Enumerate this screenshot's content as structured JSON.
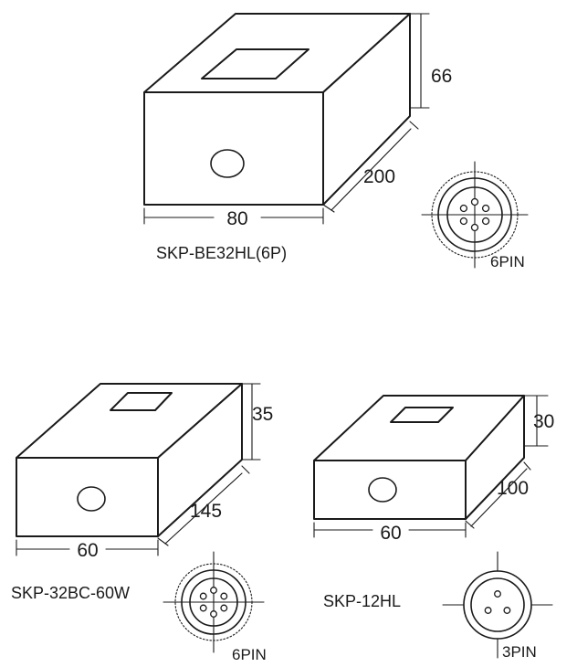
{
  "units": {
    "box1": {
      "model": "SKP-BE32HL(6P)",
      "width": "80",
      "depth": "200",
      "height": "66",
      "connector": "6PIN",
      "pins": 6
    },
    "box2": {
      "model": "SKP-32BC-60W",
      "width": "60",
      "depth": "145",
      "height": "35",
      "connector": "6PIN",
      "pins": 6
    },
    "box3": {
      "model": "SKP-12HL",
      "width": "60",
      "depth": "100",
      "height": "30",
      "connector": "3PIN",
      "pins": 3
    }
  }
}
